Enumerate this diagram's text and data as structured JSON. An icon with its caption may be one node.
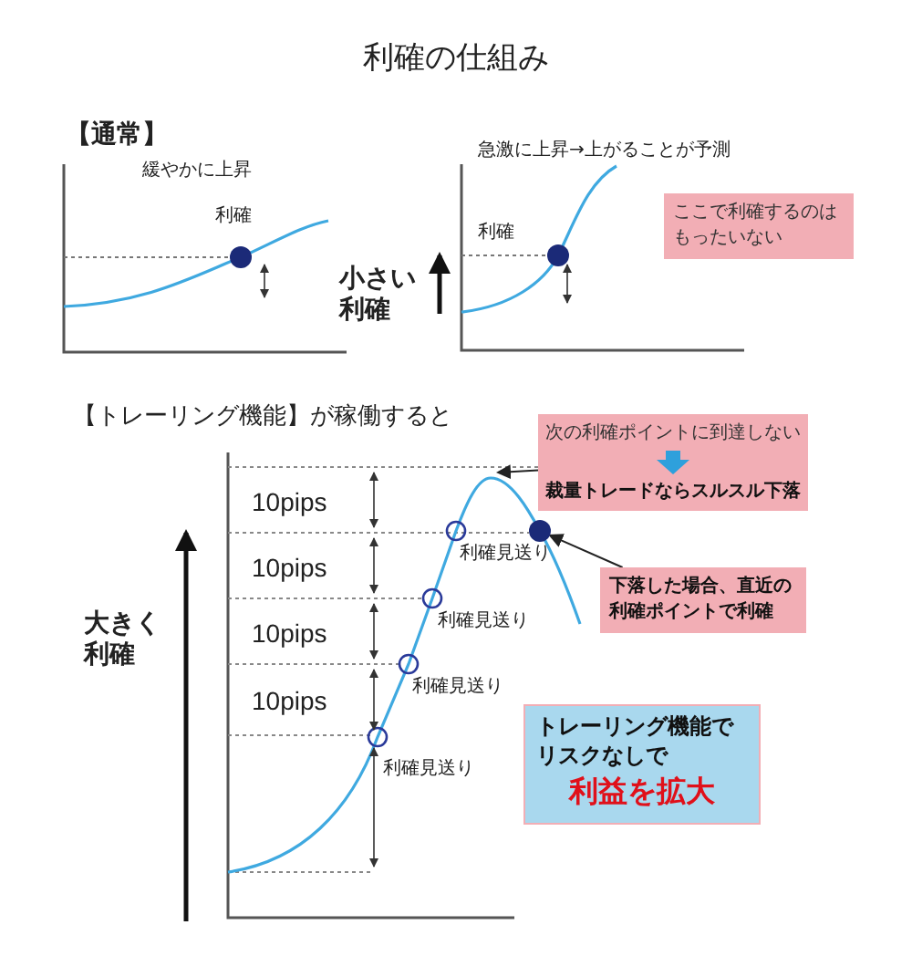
{
  "diagram": {
    "title": "利確の仕組み",
    "nodes": [
      {
        "text": [
          "ここで利確するのはもったいない"
        ]
      },
      {
        "text": [
          "次の利確ポイントに到達しない",
          "裁量トレードならスルスル下落"
        ]
      },
      {
        "text": [
          "下落した場合、直近の利確ポイントで利確"
        ]
      },
      {
        "text": [
          "トレーリング機能でリスクなしで",
          "利益を拡大"
        ]
      },
      {
        "text": [],
        "shape": "circle"
      }
    ],
    "edges": [
      {
        "from": 1,
        "to": null,
        "arrow": "to"
      },
      {
        "from": 2,
        "to": 4,
        "arrow": "to"
      }
    ],
    "labels": [
      "【通常】",
      "緩やかに上昇",
      "利確",
      "小さい利確",
      "急激に上昇→上がることが予測",
      "利確",
      "【トレーリング機能】が稼働すると",
      "10pips",
      "利確見送り",
      "10pips",
      "利確見送り",
      "10pips",
      "利確見送り",
      "10pips",
      "利確見送り",
      "大きく利確"
    ]
  }
}
